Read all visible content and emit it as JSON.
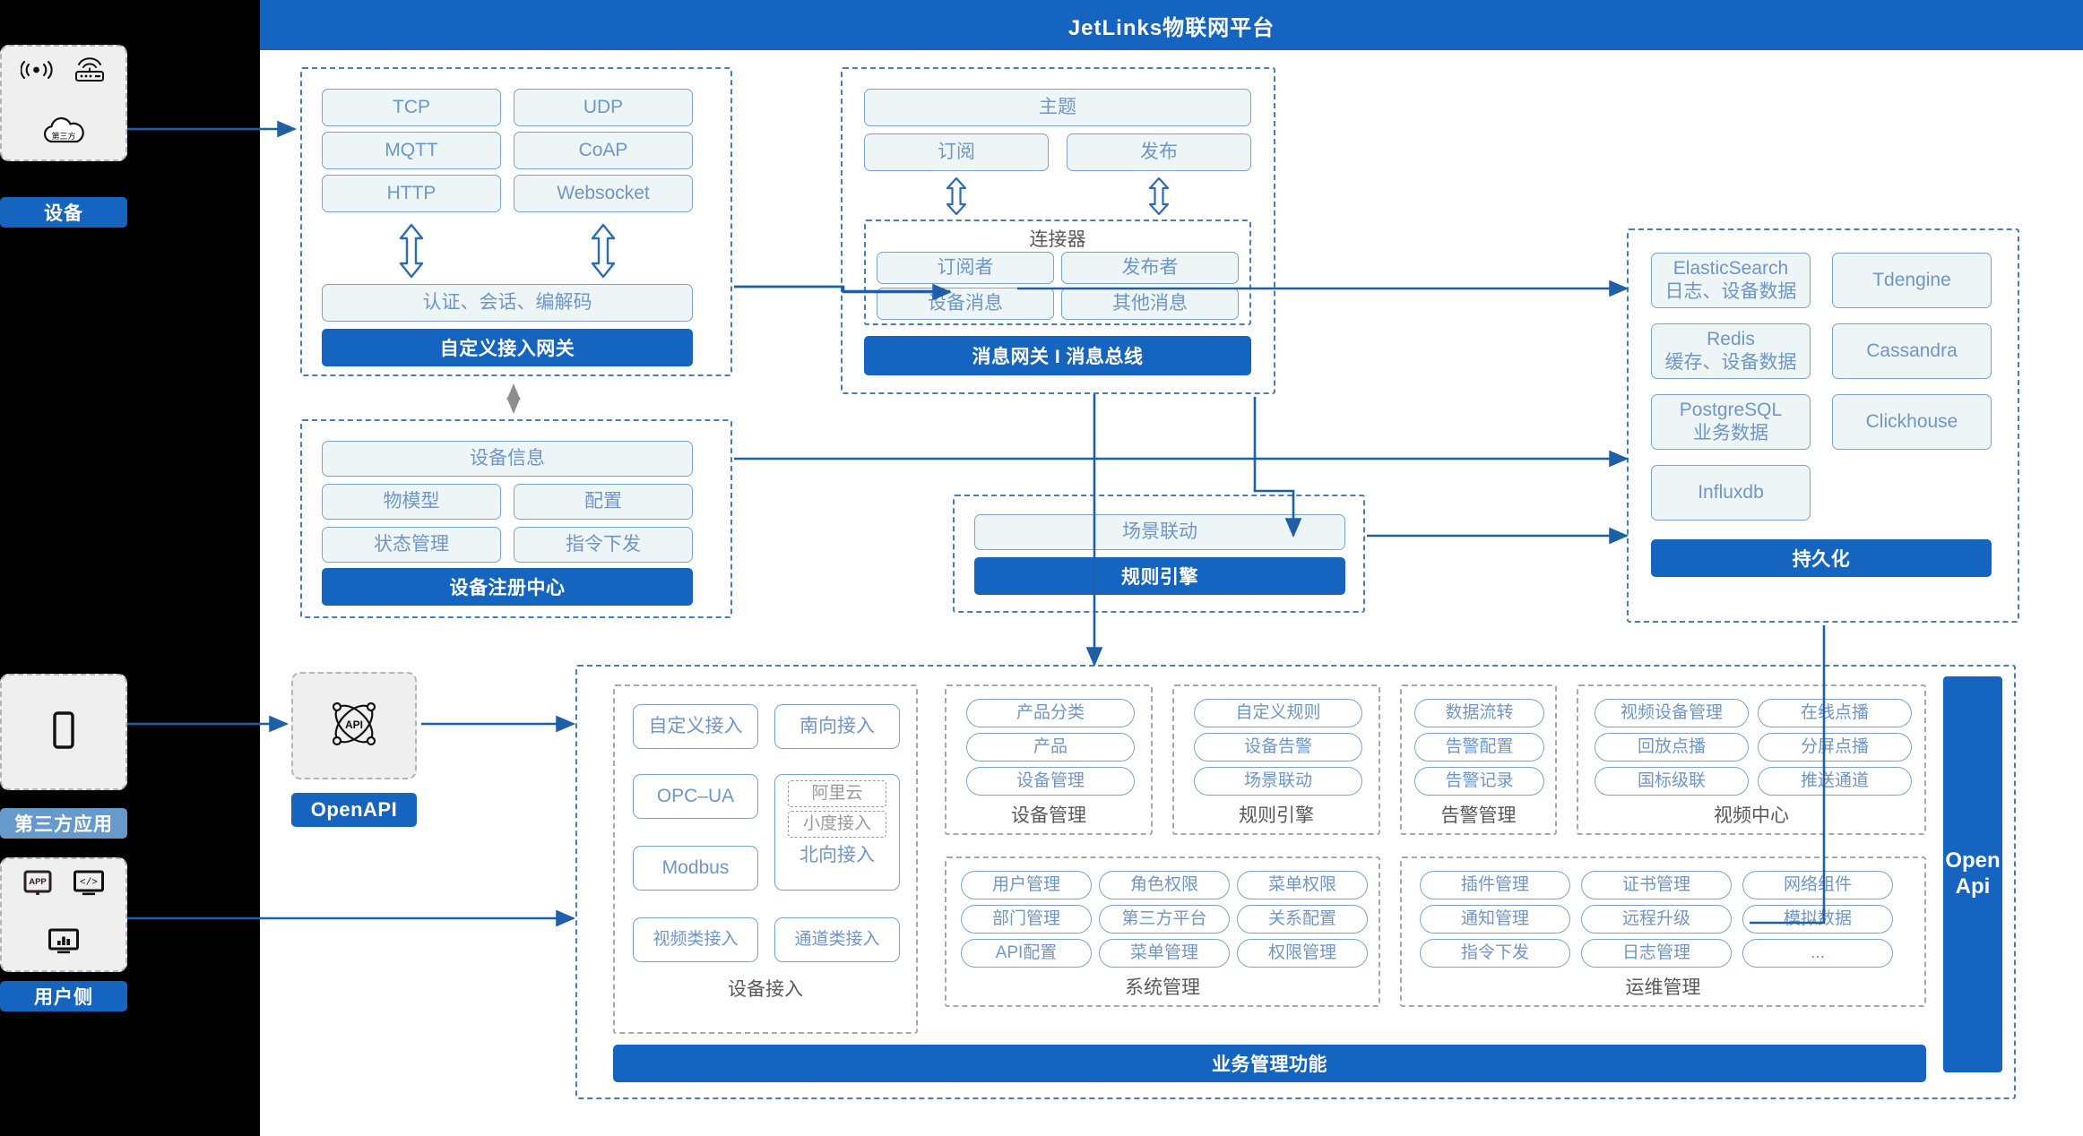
{
  "header": {
    "title": "JetLinks物联网平台"
  },
  "rail": {
    "device": {
      "label": "设备",
      "icons": [
        "wifi-signal-icon",
        "router-icon",
        "third-party-cloud-icon"
      ],
      "cloud_text": "第三方"
    },
    "third_party_app": {
      "label": "第三方应用",
      "icons": [
        "mobile-phone-icon"
      ]
    },
    "user_side": {
      "label": "用户侧",
      "icons": [
        "app-screen-icon",
        "code-screen-icon",
        "chart-screen-icon"
      ]
    }
  },
  "protocol_group": {
    "chips": [
      "TCP",
      "UDP",
      "MQTT",
      "CoAP",
      "HTTP",
      "Websocket"
    ],
    "codec": "认证、会话、编解码",
    "bar": "自定义接入网关"
  },
  "message_group": {
    "topic": "主题",
    "subscribe": "订阅",
    "publish": "发布",
    "connector_title": "连接器",
    "connector_chips": [
      "订阅者",
      "发布者",
      "设备消息",
      "其他消息"
    ],
    "bar": "消息网关 I 消息总线"
  },
  "registry_group": {
    "info": "设备信息",
    "chips": [
      "物模型",
      "配置",
      "状态管理",
      "指令下发"
    ],
    "bar": "设备注册中心"
  },
  "rule_group": {
    "scene": "场景联动",
    "bar": "规则引擎"
  },
  "storage_group": {
    "chips": [
      {
        "name": "ElasticSearch",
        "sub": "日志、设备数据"
      },
      {
        "name": "Tdengine",
        "sub": ""
      },
      {
        "name": "Redis",
        "sub": "缓存、设备数据"
      },
      {
        "name": "Cassandra",
        "sub": ""
      },
      {
        "name": "PostgreSQL",
        "sub": "业务数据"
      },
      {
        "name": "Clickhouse",
        "sub": ""
      },
      {
        "name": "Influxdb",
        "sub": ""
      }
    ],
    "bar": "持久化"
  },
  "openapi": {
    "label": "OpenAPI",
    "icon": "api-network-icon"
  },
  "openapi_bar": {
    "line1": "Open",
    "line2": "Api"
  },
  "business": {
    "bar": "业务管理功能",
    "device_access": {
      "title": "设备接入",
      "items": [
        "自定义接入",
        "南向接入",
        "OPC–UA",
        "Modbus",
        "视频类接入",
        "通道类接入"
      ],
      "north_sub": [
        "阿里云",
        "小度接入"
      ],
      "north_label": "北向接入"
    },
    "device_mgmt": {
      "title": "设备管理",
      "items": [
        "产品分类",
        "产品",
        "设备管理"
      ]
    },
    "rule_engine": {
      "title": "规则引擎",
      "items": [
        "自定义规则",
        "设备告警",
        "场景联动"
      ]
    },
    "alarm_mgmt": {
      "title": "告警管理",
      "items": [
        "数据流转",
        "告警配置",
        "告警记录"
      ]
    },
    "video_center": {
      "title": "视频中心",
      "items": [
        "视频设备管理",
        "在线点播",
        "回放点播",
        "分屏点播",
        "国标级联",
        "推送通道"
      ]
    },
    "system_mgmt": {
      "title": "系统管理",
      "items": [
        "用户管理",
        "角色权限",
        "菜单权限",
        "部门管理",
        "第三方平台",
        "关系配置",
        "API配置",
        "菜单管理",
        "权限管理"
      ]
    },
    "ops_mgmt": {
      "title": "运维管理",
      "items": [
        "插件管理",
        "证书管理",
        "网络组件",
        "通知管理",
        "远程升级",
        "模拟数据",
        "指令下发",
        "日志管理",
        "..."
      ]
    }
  },
  "colors": {
    "brand": "#1565c0",
    "chip_border": "#7aa3cc",
    "chip_text": "#6f96c8",
    "chip_fill": "#eef5f6",
    "dash": "#4a7ebb"
  }
}
